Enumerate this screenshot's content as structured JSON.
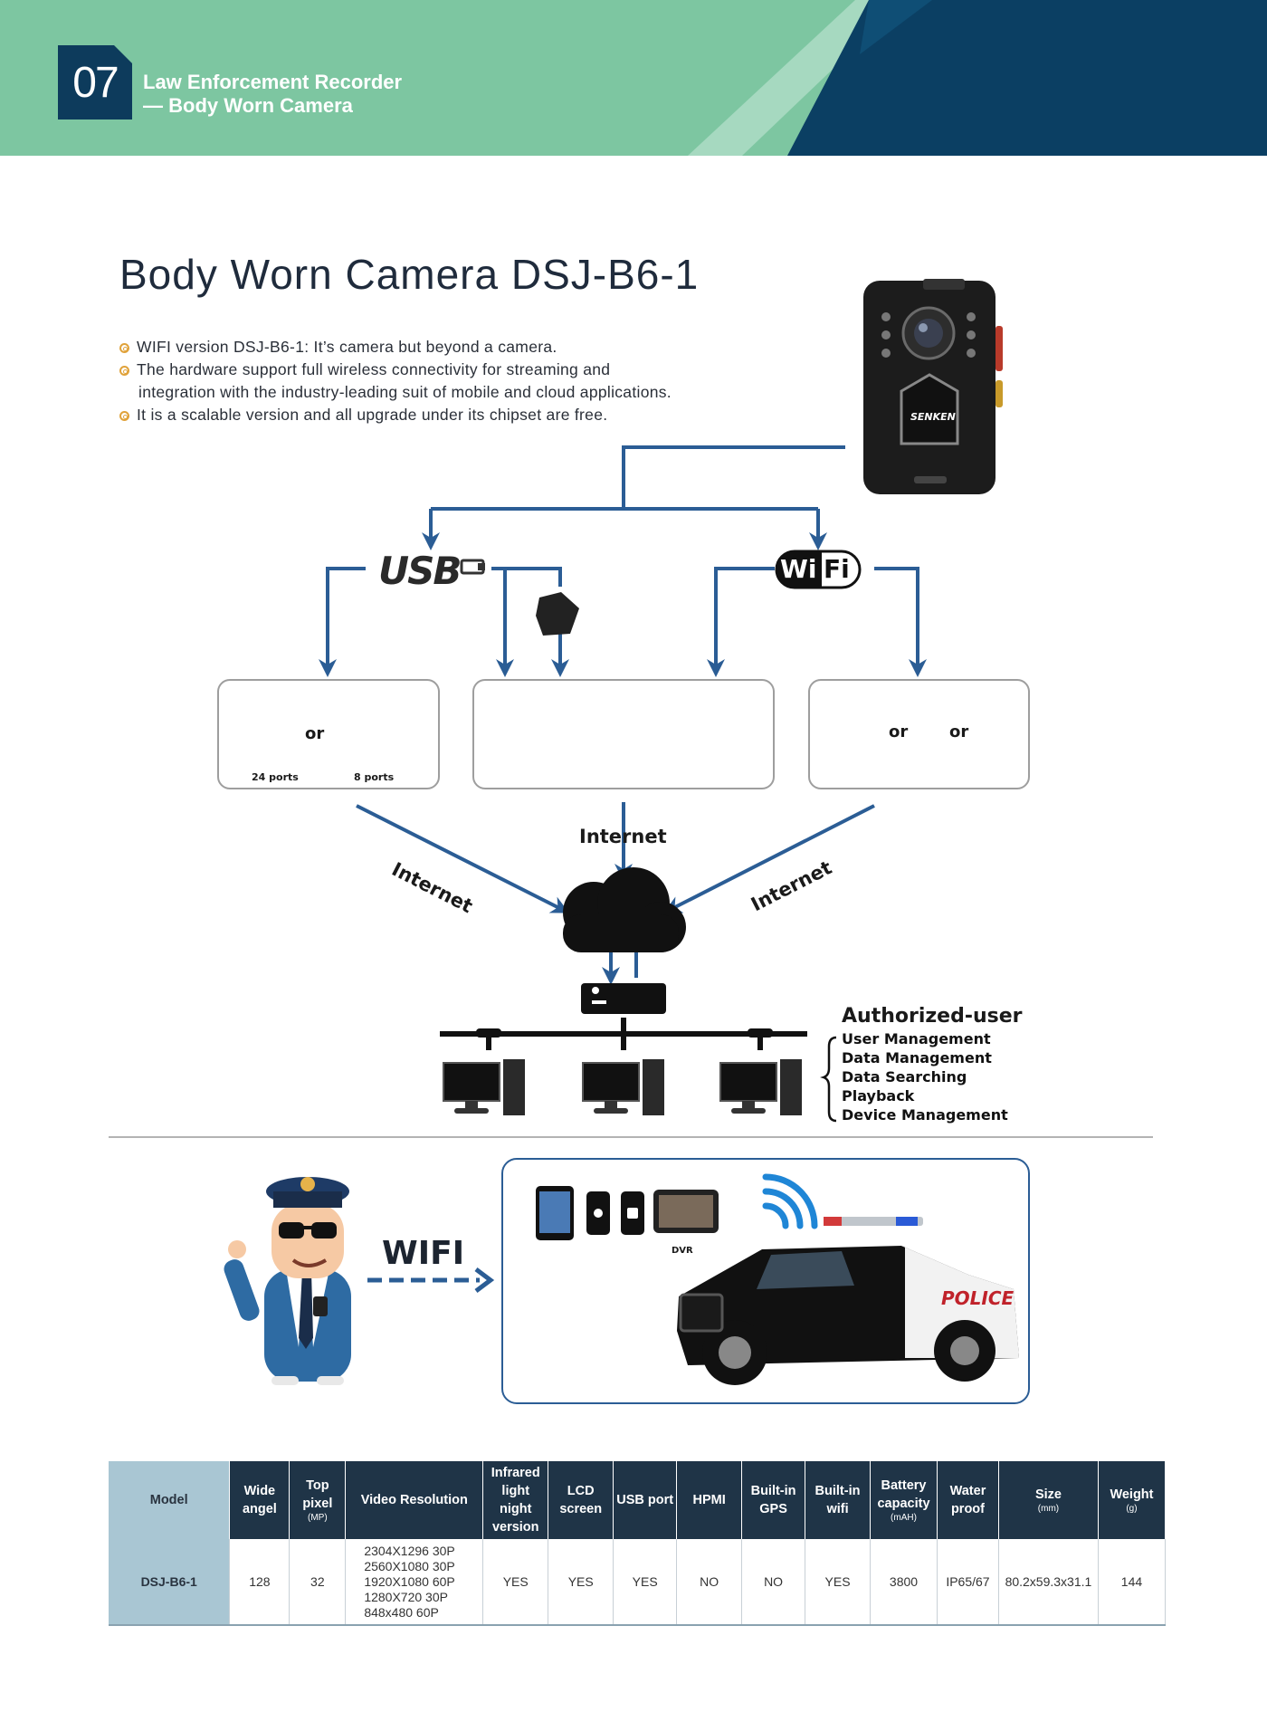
{
  "header": {
    "page_number": "07",
    "title_line1": "Law Enforcement Recorder",
    "title_line2": "— Body Worn Camera",
    "colors": {
      "green": "#7dc6a1",
      "navy": "#0b3f63",
      "badge": "#0d3b5c"
    }
  },
  "title": "Body Worn Camera DSJ-B6-1",
  "bullets": [
    "WIFI version DSJ-B6-1: It’s camera but beyond a camera.",
    "The hardware support full wireless connectivity for streaming and",
    "integration with the industry-leading suit of mobile and cloud applications.",
    "It is a scalable version and all upgrade under its chipset are free."
  ],
  "camera_brand": "SENKEN",
  "diagram": {
    "usb_label": "USB",
    "wifi_label_a": "Wi",
    "wifi_label_b": "Fi",
    "or_label": "or",
    "ports_24": "24 ports",
    "ports_8": "8 ports",
    "internet_label": "Internet",
    "line_color": "#2b5d95"
  },
  "authorized": {
    "title": "Authorized-user",
    "items": [
      "User Management",
      "Data Management",
      "Data Searching",
      "Playback",
      "Device Management"
    ]
  },
  "wifi_scene": {
    "wifi_label": "WIFI",
    "dvr_label": "DVR",
    "police_label": "POLICE"
  },
  "spec_table": {
    "headers": [
      {
        "label": "Model"
      },
      {
        "label": "Wide angel"
      },
      {
        "label": "Top pixel",
        "unit": "(MP)"
      },
      {
        "label": "Video Resolution"
      },
      {
        "label": "Infrared light night version"
      },
      {
        "label": "LCD screen"
      },
      {
        "label": "USB port"
      },
      {
        "label": "HPMI"
      },
      {
        "label": "Built-in GPS"
      },
      {
        "label": "Built-in wifi"
      },
      {
        "label": "Battery capacity",
        "unit": "(mAH)"
      },
      {
        "label": "Water proof"
      },
      {
        "label": "Size",
        "unit": "(mm)"
      },
      {
        "label": "Weight",
        "unit": "(g)"
      }
    ],
    "row": {
      "model": "DSJ-B6-1",
      "wide_angel": "128",
      "top_pixel": "32",
      "resolutions": [
        "2304X1296  30P",
        "2560X1080  30P",
        "1920X1080  60P",
        "1280X720  30P",
        "848x480 60P"
      ],
      "infrared": "YES",
      "lcd": "YES",
      "usb": "YES",
      "hpmi": "NO",
      "gps": "NO",
      "wifi": "YES",
      "battery": "3800",
      "water_proof": "IP65/67",
      "size": "80.2x59.3x31.1",
      "weight": "144"
    }
  }
}
